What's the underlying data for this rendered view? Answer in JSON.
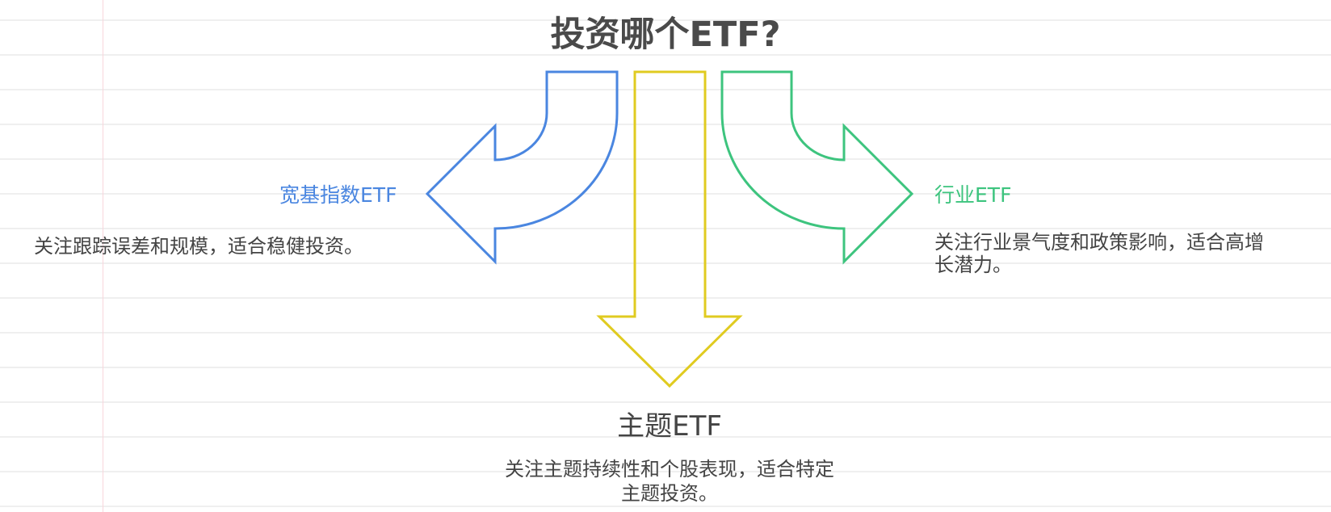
{
  "title": "投资哪个ETF?",
  "colors": {
    "broad": "#4a86e0",
    "theme": "#e0cb20",
    "sector": "#3dc47e",
    "text": "#444444",
    "margin_line": "#f8d6dc",
    "ruled_line": "#efefef"
  },
  "options": {
    "broad": {
      "label": "宽基指数ETF",
      "description": "关注跟踪误差和规模，适合稳健投资。"
    },
    "theme": {
      "label": "主题ETF",
      "description_line1": "关注主题持续性和个股表现，适合特定",
      "description_line2": "主题投资。"
    },
    "sector": {
      "label": "行业ETF",
      "description_line1": "关注行业景气度和政策影响，适合高增",
      "description_line2": "长潜力。"
    }
  }
}
